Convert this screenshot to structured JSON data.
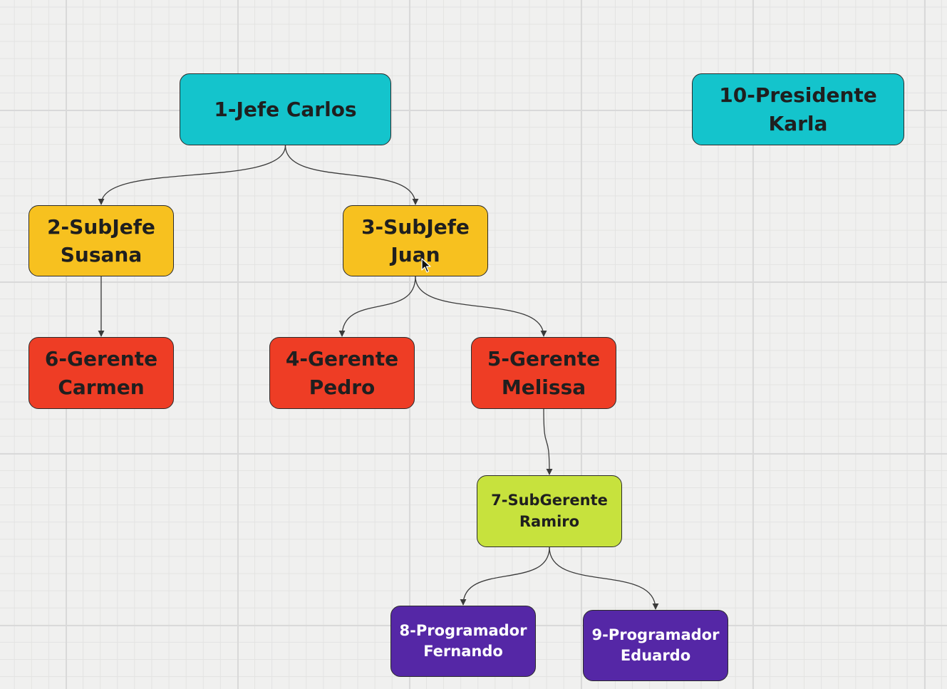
{
  "diagram": {
    "colors": {
      "teal": "#14c4cc",
      "yellow": "#f7c11f",
      "red": "#ee3d25",
      "lime": "#c7e23d",
      "purple": "#5527a6",
      "edge": "#3a3a3a"
    },
    "nodes": [
      {
        "id": "n1",
        "label": "1-Jefe Carlos",
        "color": "teal"
      },
      {
        "id": "n10",
        "label": "10-Presidente\nKarla",
        "color": "teal"
      },
      {
        "id": "n2",
        "label": "2-SubJefe\nSusana",
        "color": "yellow"
      },
      {
        "id": "n3",
        "label": "3-SubJefe\nJuan",
        "color": "yellow"
      },
      {
        "id": "n6",
        "label": "6-Gerente\nCarmen",
        "color": "red"
      },
      {
        "id": "n4",
        "label": "4-Gerente\nPedro",
        "color": "red"
      },
      {
        "id": "n5",
        "label": "5-Gerente\nMelissa",
        "color": "red"
      },
      {
        "id": "n7",
        "label": "7-SubGerente\nRamiro",
        "color": "lime"
      },
      {
        "id": "n8",
        "label": "8-Programador\nFernando",
        "color": "purple"
      },
      {
        "id": "n9",
        "label": "9-Programador\nEduardo",
        "color": "purple"
      }
    ],
    "edges": [
      {
        "from": "n1",
        "to": "n2"
      },
      {
        "from": "n1",
        "to": "n3"
      },
      {
        "from": "n2",
        "to": "n6"
      },
      {
        "from": "n3",
        "to": "n4"
      },
      {
        "from": "n3",
        "to": "n5"
      },
      {
        "from": "n5",
        "to": "n7"
      },
      {
        "from": "n7",
        "to": "n8"
      },
      {
        "from": "n7",
        "to": "n9"
      }
    ]
  }
}
